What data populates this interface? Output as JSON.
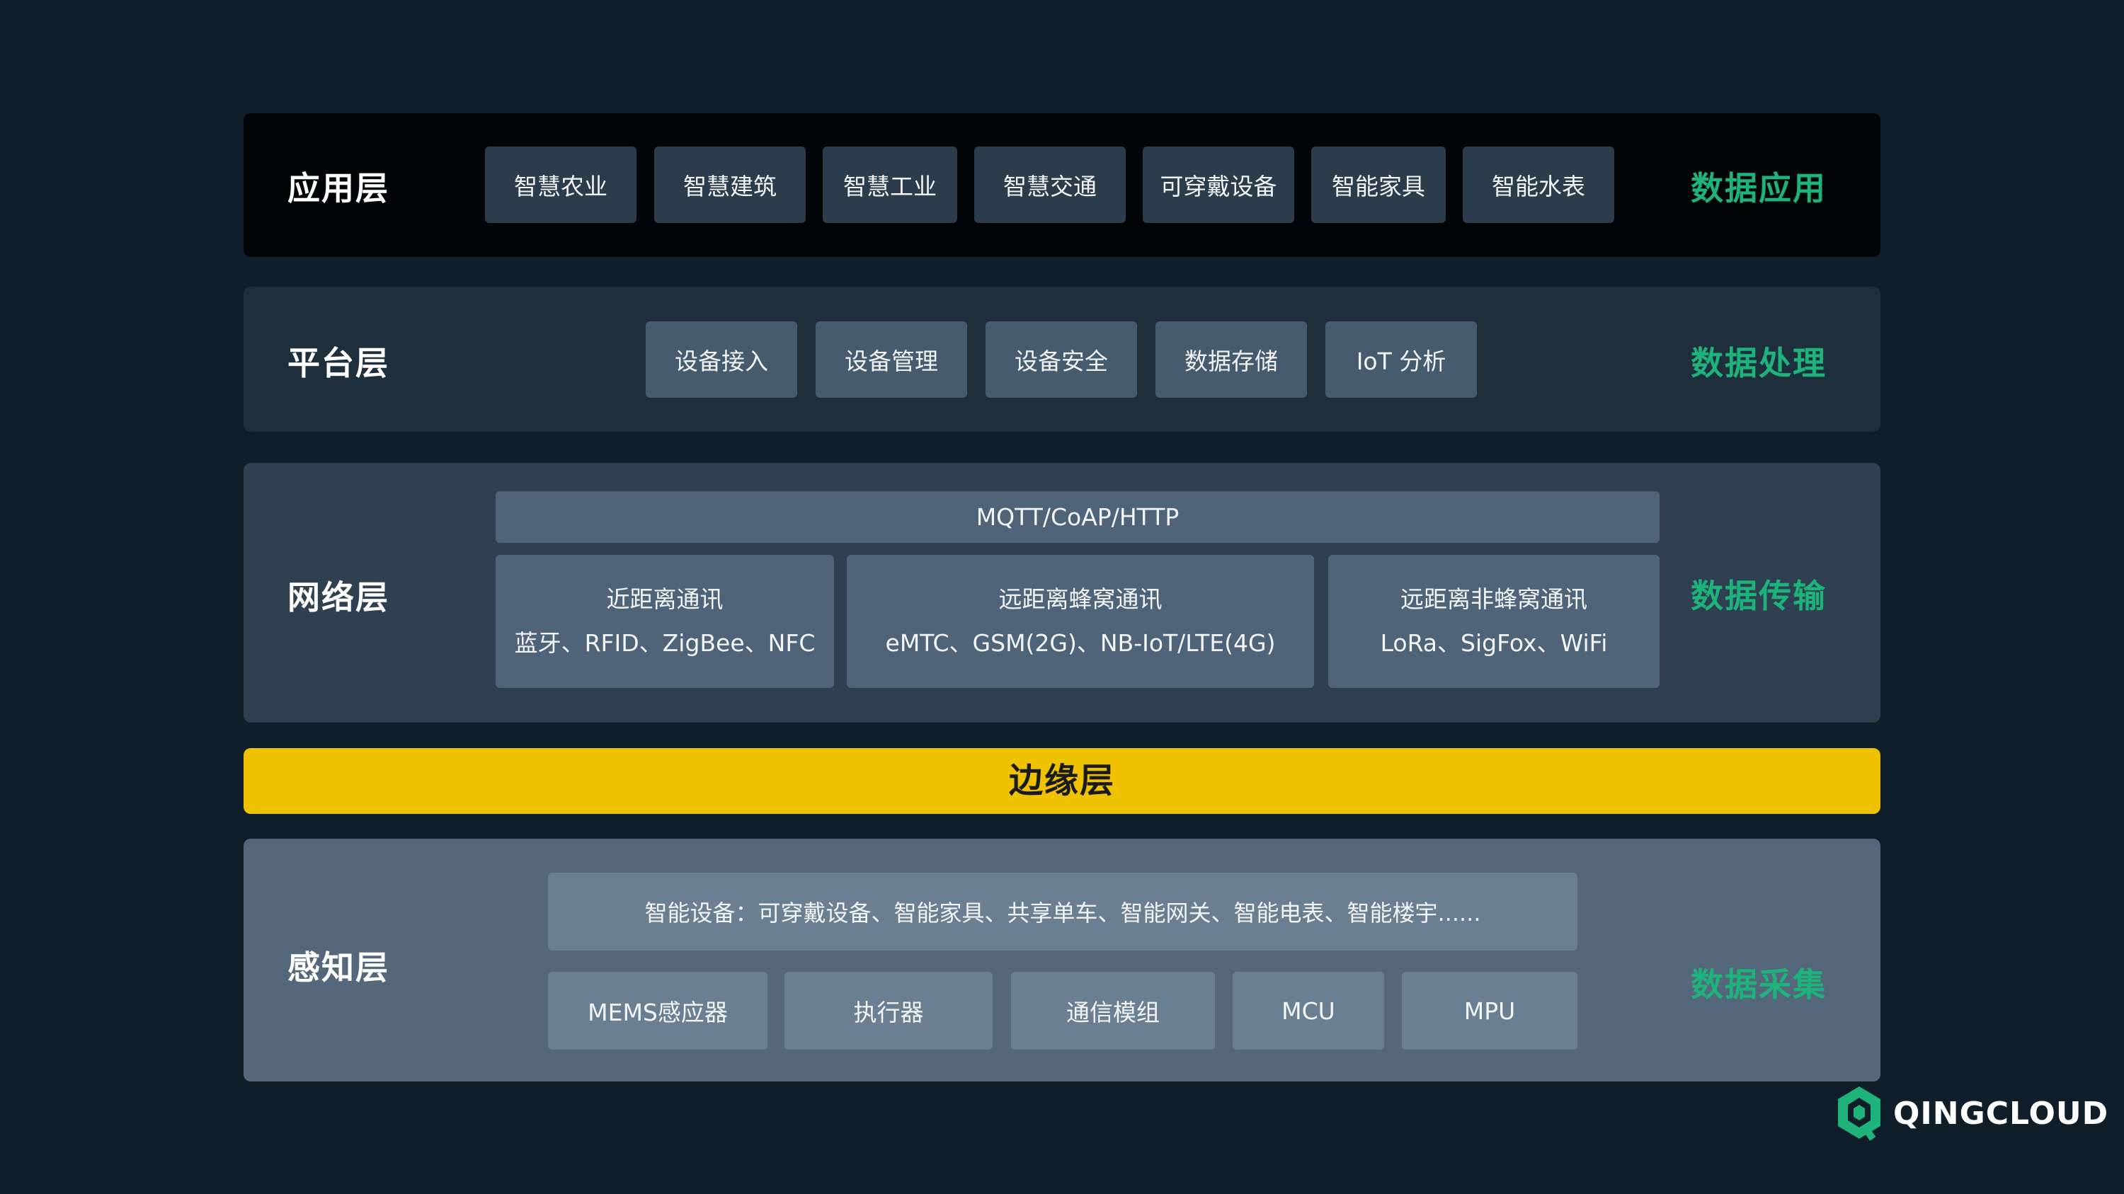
{
  "app_layer": {
    "title": "应用层",
    "tag": "数据应用",
    "items": [
      "智慧农业",
      "智慧建筑",
      "智慧工业",
      "智慧交通",
      "可穿戴设备",
      "智能家具",
      "智能水表"
    ]
  },
  "platform_layer": {
    "title": "平台层",
    "tag": "数据处理",
    "items": [
      "设备接入",
      "设备管理",
      "设备安全",
      "数据存储",
      "IoT 分析"
    ]
  },
  "network_layer": {
    "title": "网络层",
    "tag": "数据传输",
    "protocols": "MQTT/CoAP/HTTP",
    "groups": [
      {
        "name": "近距离通讯",
        "detail": "蓝牙、RFID、ZigBee、NFC"
      },
      {
        "name": "远距离蜂窝通讯",
        "detail": "eMTC、GSM(2G)、NB-IoT/LTE(4G)"
      },
      {
        "name": "远距离非蜂窝通讯",
        "detail": "LoRa、SigFox、WiFi"
      }
    ]
  },
  "edge_layer": {
    "title": "边缘层"
  },
  "sense_layer": {
    "title": "感知层",
    "tag": "数据采集",
    "devices": "智能设备：可穿戴设备、智能家具、共享单车、智能网关、智能电表、智能楼宇......",
    "components": [
      "MEMS感应器",
      "执行器",
      "通信模组",
      "MCU",
      "MPU"
    ]
  },
  "logo": {
    "text": "QINGCLOUD",
    "icon": "qingcloud-logo-icon",
    "color": "#1eb37b"
  },
  "colors": {
    "background": "#0f1e28",
    "accent_green": "#1eb37b",
    "edge_yellow": "#eec200"
  }
}
